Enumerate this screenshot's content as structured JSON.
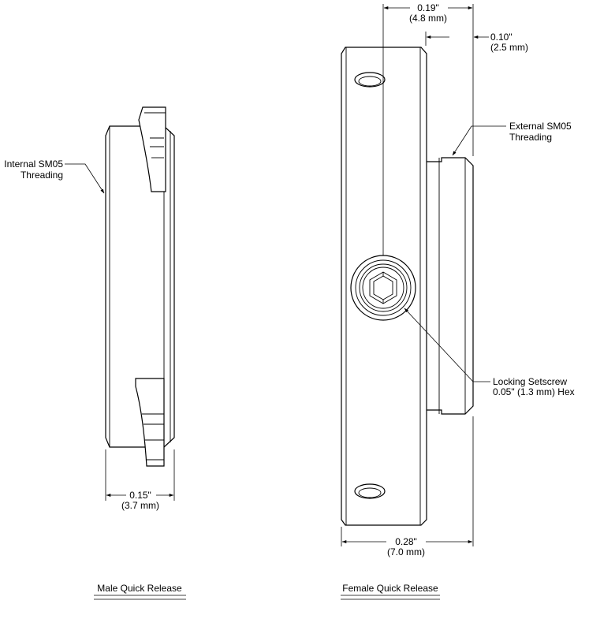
{
  "labels": {
    "internal_l1": "Internal SM05",
    "internal_l2": "Threading",
    "external_l1": "External SM05",
    "external_l2": "Threading",
    "setscrew_l1": "Locking Setscrew",
    "setscrew_l2": "0.05\" (1.3 mm) Hex"
  },
  "dimensions": {
    "male_width_in": "0.15\"",
    "male_width_mm": "(3.7 mm)",
    "female_width_in": "0.28\"",
    "female_width_mm": "(7.0 mm)",
    "offset_in": "0.19\"",
    "offset_mm": "(4.8 mm)",
    "thread_in": "0.10\"",
    "thread_mm": "(2.5 mm)"
  },
  "titles": {
    "male": "Male Quick Release",
    "female": "Female Quick Release"
  }
}
